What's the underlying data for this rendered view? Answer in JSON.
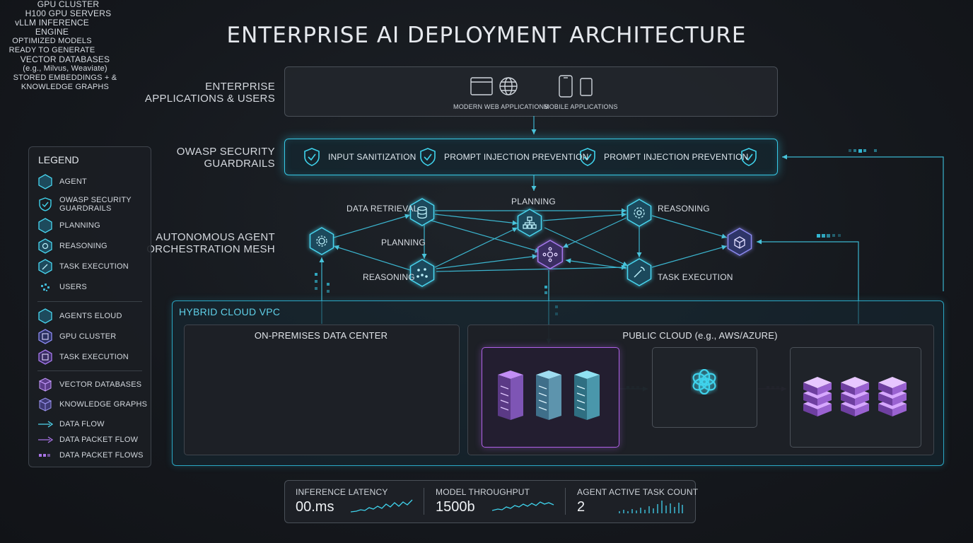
{
  "title": "ENTERPRISE AI DEPLOYMENT ARCHITECTURE",
  "rows": {
    "apps_label_line1": "ENTERPRISE",
    "apps_label_line2": "APPLICATIONS & USERS",
    "security_label_line1": "OWASP SECURITY",
    "security_label_line2": "GUARDRAILS",
    "mesh_label_line1": "AUTONOMOUS AGENT",
    "mesh_label_line2": "ORCHESTRATION MESH"
  },
  "apps": {
    "web": "MODERN WEB APPLICATIONS",
    "mobile": "MOBILE APPLICATIONS"
  },
  "security": {
    "items": [
      "INPUT SANITIZATION",
      "PROMPT INJECTION PREVENTION",
      "PROMPT INJECTION PREVENTION"
    ]
  },
  "mesh": {
    "labels": {
      "data_retrieval": "DATA RETRIEVAL",
      "planning_top": "PLANNING",
      "reasoning_top": "REASONING",
      "planning_left": "PLANNING",
      "reasoning_left": "REASONING",
      "task_execution": "TASK EXECUTION"
    }
  },
  "legend": {
    "title": "LEGEND",
    "items": [
      {
        "label": "AGENT",
        "icon": "hex-agent-icon"
      },
      {
        "label": "OWASP SECURITY",
        "label2": "GUARDRAILS",
        "icon": "shield-icon"
      },
      {
        "label": "PLANNING",
        "icon": "hex-planning-icon"
      },
      {
        "label": "REASONING",
        "icon": "gear-icon"
      },
      {
        "label": "TASK EXECUTION",
        "icon": "hex-task-icon"
      },
      {
        "label": "USERS",
        "icon": "users-icon"
      },
      {
        "label": "AGENTS ELOUD",
        "icon": "hex-cloud-icon"
      },
      {
        "label": "GPU CLUSTER",
        "icon": "gpu-icon"
      },
      {
        "label": "TASK EXECUTION",
        "icon": "hex-task2-icon"
      },
      {
        "label": "VECTOR DATABASES",
        "icon": "cube-stack-icon"
      },
      {
        "label": "KNOWLEDGE GRAPHS",
        "icon": "cube-graph-icon"
      },
      {
        "label": "DATA FLOW",
        "icon": "arrow-cyan-icon"
      },
      {
        "label": "DATA PACKET FLOW",
        "icon": "arrow-purple-icon"
      },
      {
        "label": "DATA PACKET FLOWS",
        "icon": "dashed-arrow-icon"
      }
    ]
  },
  "vpc": {
    "title": "HYBRID CLOUD VPC",
    "onprem": "ON-PREMISES DATA CENTER",
    "public": "PUBLIC CLOUD (e.g., AWS/AZURE)",
    "gpu_title": "GPU CLUSTER",
    "gpu_caption": "H100 GPU SERVERS",
    "vllm_title": "vLLM INFERENCE ENGINE",
    "vllm_line1": "OPTIMIZED MODELS",
    "vllm_line2": "READY TO GENERATE",
    "vdb_title": "VECTOR DATABASES",
    "vdb_sub": "(e.g., Milvus, Weaviate)",
    "vdb_line1": "STORED EMBEDDINGS + &",
    "vdb_line2": "KNOWLEDGE GRAPHS"
  },
  "metrics": {
    "latency_label": "INFERENCE LATENCY",
    "latency_value": "00.ms",
    "throughput_label": "MODEL THROUGHPUT",
    "throughput_value": "1500b",
    "tasks_label": "AGENT ACTIVE TASK COUNT",
    "tasks_value": "2"
  },
  "colors": {
    "cyan": "#36c9e6",
    "purple": "#b061e8",
    "background": "#15181d"
  }
}
